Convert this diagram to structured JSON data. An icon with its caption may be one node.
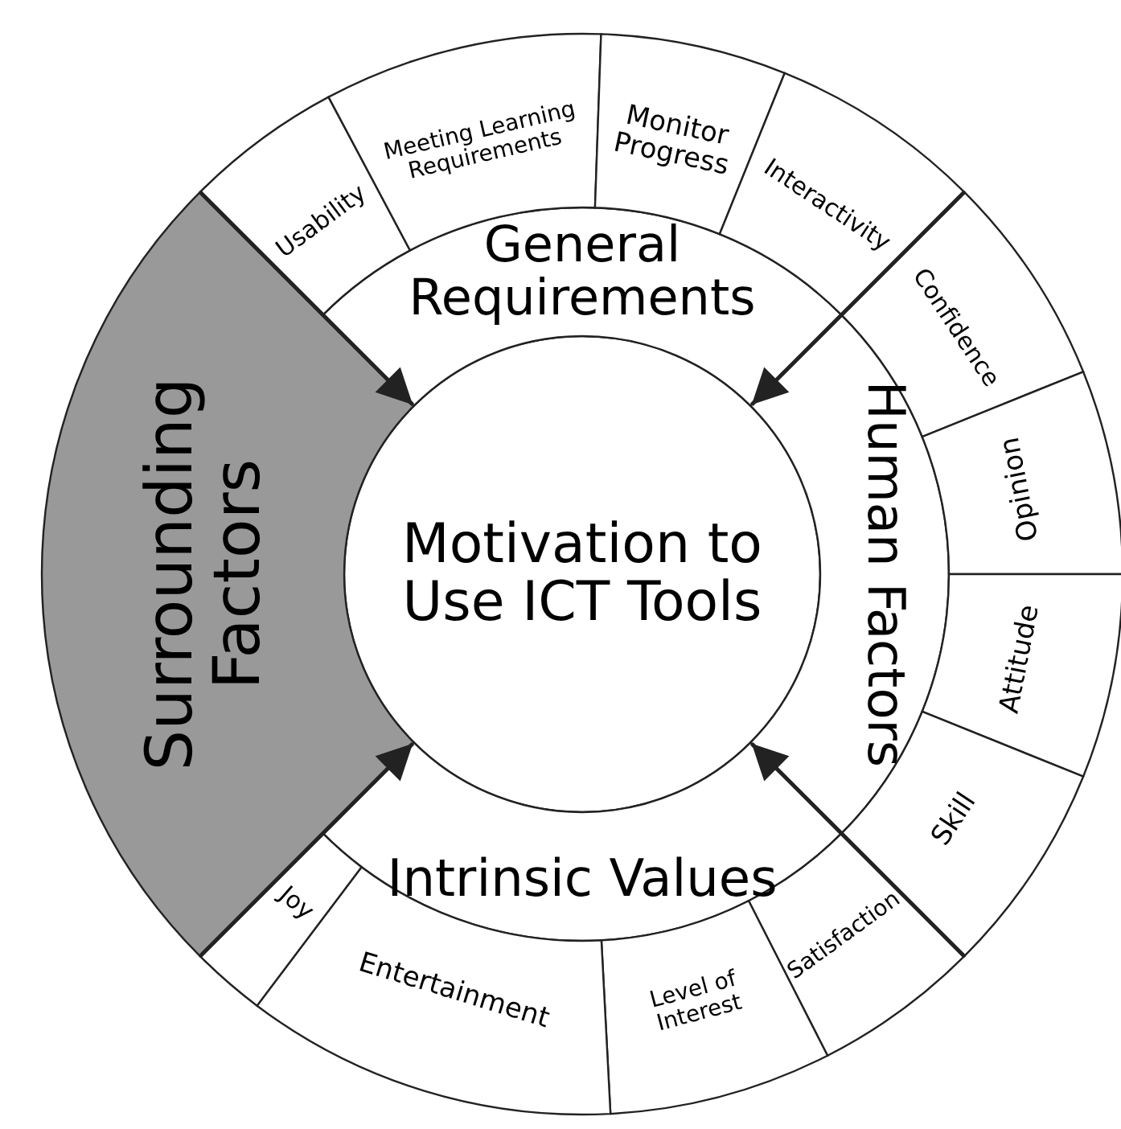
{
  "diagram": {
    "nodes": [
      {
        "text": [
          "Motivation to Use ICT Tools"
        ]
      },
      {
        "text": [
          "General Requirements"
        ]
      },
      {
        "text": [
          "Human Factors"
        ]
      },
      {
        "text": [
          "Intrinsic Values"
        ]
      },
      {
        "text": [
          "Surrounding Factors"
        ]
      },
      {
        "text": [
          "Usability"
        ]
      },
      {
        "text": [
          "Meeting Learning Requirements"
        ]
      },
      {
        "text": [
          "Monitor Progress"
        ]
      },
      {
        "text": [
          "Interactivity"
        ]
      },
      {
        "text": [
          "Confidence"
        ]
      },
      {
        "text": [
          "Opinion"
        ]
      },
      {
        "text": [
          "Attitude"
        ]
      },
      {
        "text": [
          "Skill"
        ]
      },
      {
        "text": [
          "Satisfaction"
        ]
      },
      {
        "text": [
          "Level of Interest"
        ]
      },
      {
        "text": [
          "Entertainment"
        ]
      },
      {
        "text": [
          "Joy"
        ]
      }
    ],
    "edges": [
      {
        "from": 5,
        "to": 0,
        "arrow": "to"
      },
      {
        "from": 9,
        "to": 0,
        "arrow": "to"
      },
      {
        "from": 13,
        "to": 0,
        "arrow": "to"
      },
      {
        "from": 16,
        "to": 0,
        "arrow": "to"
      }
    ]
  }
}
